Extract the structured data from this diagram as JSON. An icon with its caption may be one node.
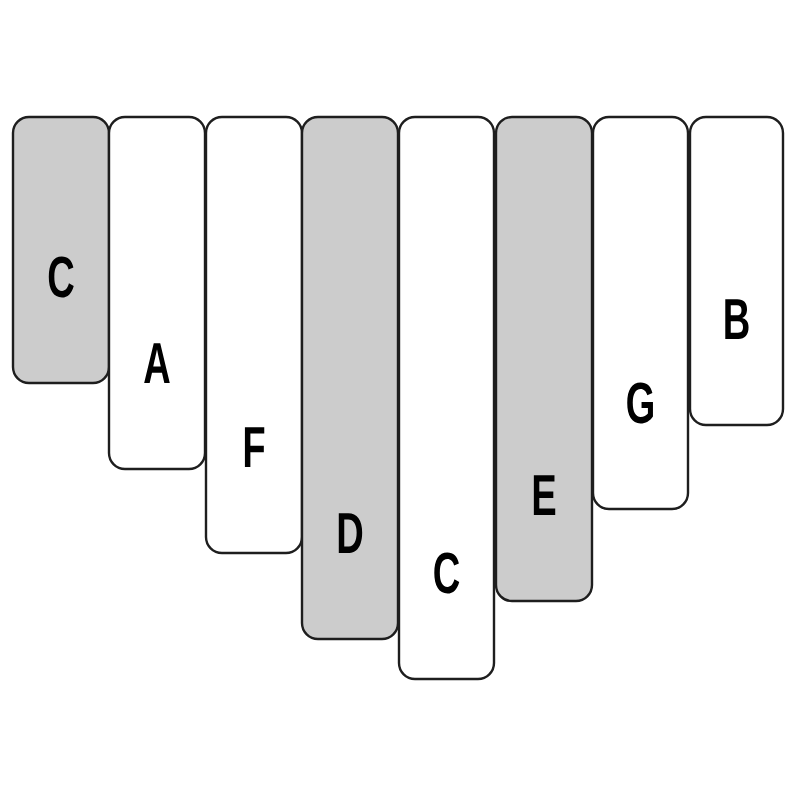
{
  "diagram": {
    "nodes": [
      {
        "text": [
          "C"
        ]
      },
      {
        "text": [
          "A"
        ]
      },
      {
        "text": [
          "F"
        ]
      },
      {
        "text": [
          "D"
        ]
      },
      {
        "text": [
          "C"
        ]
      },
      {
        "text": [
          "E"
        ]
      },
      {
        "text": [
          "G"
        ]
      },
      {
        "text": [
          "B"
        ]
      }
    ]
  }
}
